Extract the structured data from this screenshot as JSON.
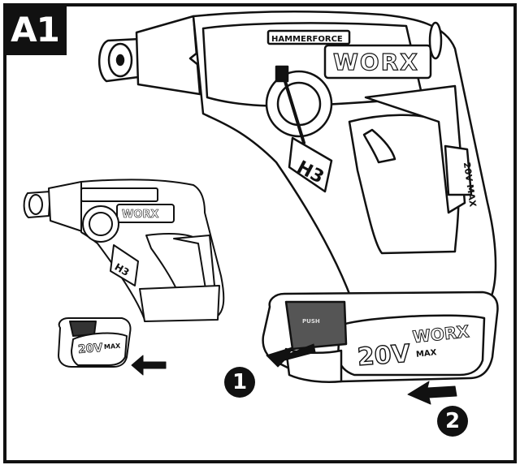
{
  "figure": {
    "label": "A1",
    "steps": [
      "1",
      "2"
    ],
    "large_tool": {
      "brand": "WORX",
      "model_mark": "H3",
      "series_text": "HAMMERFORCE",
      "side_battery_text": "20V MAX"
    },
    "large_battery": {
      "voltage_text": "20V",
      "brand_text": "WORX",
      "sub_text": "MAX",
      "button_text": "PUSH"
    },
    "small_tool": {
      "brand": "WORX",
      "model_mark": "H3"
    },
    "small_battery": {
      "voltage_text": "20V",
      "sub_text": "MAX"
    }
  }
}
